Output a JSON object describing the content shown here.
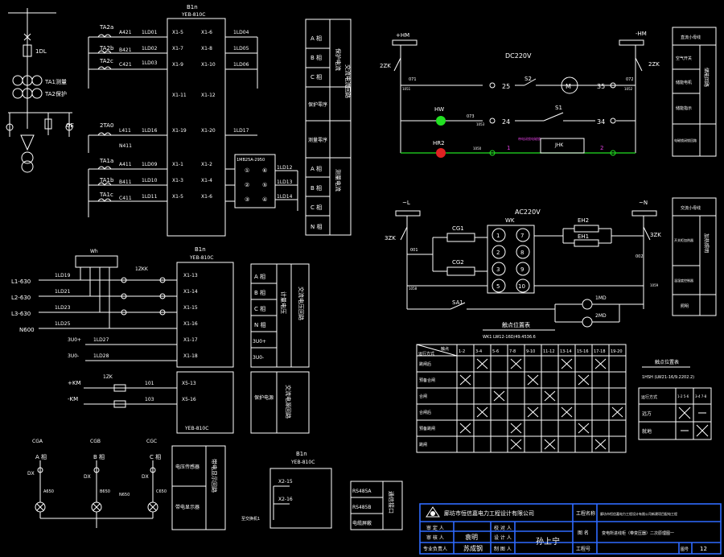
{
  "left_panel": {
    "breaker": "1DL",
    "ct_measure": "TA1测量",
    "ct_protect": "TA2保护",
    "earth": "QE"
  },
  "ct_section": {
    "top_ct": [
      "TA2a",
      "TA2b",
      "TA2c"
    ],
    "top_terms": [
      "A421",
      "B421",
      "C421"
    ],
    "top_wires": [
      "1LD01",
      "1LD02",
      "1LD03"
    ],
    "device_name": "B1n",
    "device_model": "YEB-810C",
    "top_x_left": [
      "X1-5",
      "X1-7",
      "X1-9"
    ],
    "top_x_right": [
      "X1-6",
      "X1-8",
      "X1-10"
    ],
    "top_out": [
      "1LD04",
      "1LD05",
      "1LD06"
    ],
    "spare_x": [
      "X1-11",
      "X1-12"
    ],
    "zero_ct": "2TA0",
    "zero_terms": [
      "L411",
      "N411"
    ],
    "zero_wire": "1LD16",
    "zero_x": [
      "X1-19",
      "X1-20"
    ],
    "zero_out": "1LD17",
    "aux_ct": "1MB25A-2950",
    "bottom_ct": [
      "TA1a",
      "TA1b",
      "TA1c"
    ],
    "bottom_terms": [
      "A411",
      "B411",
      "C411"
    ],
    "bottom_wires": [
      "1LD09",
      "1LD10",
      "1LD11"
    ],
    "bottom_x_left": [
      "X1-1",
      "X1-3",
      "X1-5"
    ],
    "bottom_x_right": [
      "X1-2",
      "X1-4",
      "X1-6"
    ],
    "bottom_out": [
      "1LD12",
      "1LD13",
      "1LD14"
    ],
    "aux_nums": [
      "①",
      "②",
      "③",
      "⑥",
      "⑤",
      "④"
    ],
    "table_rows": [
      "A 相",
      "B 相",
      "C 相",
      "保护零序",
      "测量零序",
      "A 相",
      "B 相",
      "C 相",
      "N 相"
    ],
    "table_label_1": "保护电流",
    "table_label_2": "测量电流",
    "table_title": "交流电流回路"
  },
  "voltage_section": {
    "terminal_id": "Wh",
    "lines": [
      "L1-630",
      "L2-630",
      "L3-630",
      "N600"
    ],
    "wires": [
      "1LD19",
      "1LD21",
      "1LD23",
      "1LD25"
    ],
    "switch": "1ZKK",
    "device_name": "B1n",
    "device_model": "YEB-810C",
    "x_terms": [
      "X1-13",
      "X1-14",
      "X1-15",
      "X1-16",
      "X1-17",
      "X1-18"
    ],
    "extra": [
      "3U0+",
      "3U0-"
    ],
    "extra_wires": [
      "1LD27",
      "1LD28"
    ],
    "rows": [
      "A 相",
      "B 相",
      "C 相",
      "N 相",
      "3U0+",
      "3U0-"
    ],
    "row_label": "计量电压",
    "title": "交流电压回路"
  },
  "dc_section": {
    "plus": "+KM",
    "minus": "-KM",
    "fuse": "1ZK",
    "wires": [
      "101",
      "103"
    ],
    "x_terms": [
      "X5-13",
      "X5-16"
    ],
    "model": "YEB-810C",
    "label": "保护电源",
    "title": "交流电源回路"
  },
  "bottom_left": {
    "lamps": [
      "CGA",
      "CGB",
      "CGC"
    ],
    "phases": [
      "A 相",
      "B 相",
      "C 相"
    ],
    "dx": [
      "DX",
      "DX",
      "DX"
    ],
    "wires": [
      "A650",
      "B650",
      "C650"
    ],
    "n": "N650",
    "box1": "电压传感器",
    "box2": "带电显示器",
    "box_title": "带电显示回路"
  },
  "comm": {
    "device_name": "B1n",
    "device_model": "YEB-810C",
    "x_terms": [
      "X2-15",
      "X2-16"
    ],
    "cable": "至交换机1",
    "rows": [
      "RS485A",
      "RS485B",
      "电缆屏蔽"
    ],
    "title": "通信接口"
  },
  "dc_control": {
    "plus": "+HM",
    "minus": "-HM",
    "voltage": "DC220V",
    "breaker_l": "2ZK",
    "breaker_r": "2ZK",
    "nodes": [
      "071",
      "072",
      "1051",
      "1052",
      "073",
      "1053",
      "1050"
    ],
    "terms": [
      "25",
      "35",
      "24",
      "34"
    ],
    "s2": "S2",
    "s1": "S1",
    "motor": "M",
    "hw": "HW",
    "hr": "HR2",
    "relay": "JHK",
    "relay_note": "带电闭锁电磁锁",
    "n1": "1",
    "n2": "2"
  },
  "ac_control": {
    "l": "~L",
    "n": "~N",
    "voltage": "AC220V",
    "breaker_l": "3ZK",
    "breaker_r": "3ZK",
    "nodes": [
      "001",
      "002",
      "1059",
      "1058"
    ],
    "wk": "WK",
    "cg": [
      "CG1",
      "CG2"
    ],
    "eh": [
      "EH2",
      "EH1"
    ],
    "nums": [
      "1",
      "7",
      "2",
      "8",
      "3",
      "9",
      "5",
      "10"
    ],
    "sa": "SA1",
    "lamps": [
      "1MD",
      "2MD"
    ]
  },
  "right_table_1": {
    "title": "直流小母线",
    "rows": [
      "空气开关",
      "储能电机",
      "储能指示",
      "电磁锁闭锁回路"
    ],
    "col": "储能回路"
  },
  "right_table_2": {
    "title": "交流小母线",
    "rows": [
      "开关柜加热器",
      "温湿度控制器",
      "照明"
    ],
    "col": "加热照明"
  },
  "switch_table": {
    "title": "触点位置表",
    "subtitle": "WK1 LW12-16D/49.4536.6",
    "header": [
      "触点",
      "1-2",
      "3-4",
      "5-6",
      "7-8",
      "9-10",
      "11-12",
      "13-14",
      "15-16",
      "17-18",
      "19-20"
    ],
    "first_col": "运行方式",
    "rows": [
      "跳闸后",
      "预备合闸",
      "合闸",
      "合闸后",
      "预备跳闸",
      "跳闸"
    ],
    "marks": [
      [
        0,
        1,
        0,
        1,
        0,
        0,
        1,
        0,
        1,
        0
      ],
      [
        1,
        0,
        0,
        0,
        1,
        0,
        0,
        1,
        0,
        0
      ],
      [
        0,
        0,
        1,
        0,
        0,
        1,
        0,
        0,
        0,
        0
      ],
      [
        0,
        1,
        0,
        0,
        1,
        0,
        1,
        0,
        0,
        1
      ],
      [
        1,
        0,
        0,
        1,
        0,
        0,
        0,
        1,
        0,
        0
      ],
      [
        0,
        0,
        0,
        1,
        0,
        1,
        0,
        0,
        1,
        0
      ]
    ]
  },
  "small_table": {
    "title": "触点位置表",
    "subtitle": "1HSH (LW21-16/9.2202.2)",
    "header": [
      "运行方式",
      "1-2 5-6",
      "3-4 7-8"
    ],
    "rows": [
      "远方",
      "就地"
    ],
    "marks": [
      [
        1,
        0
      ],
      [
        0,
        1
      ]
    ]
  },
  "title_block": {
    "company": "廊坊市恒信嘉电力工程设计有限公司",
    "project_label": "工程名称",
    "project": "廊坊市恒信嘉电力工程设计有限公司新建项目配电工程",
    "reviewed": "审 定 人",
    "audited": "审 核 人",
    "leader": "专业负责人",
    "checker": "校 对 人",
    "designer": "设 计 人",
    "drawer": "制 图 人",
    "sig1": "袁明",
    "sig2": "苏成钢",
    "sig3": "孙上宁",
    "drawing_label": "图 名",
    "drawing": "变电所进线柜（带变压器）二次原理图一",
    "number_label": "工程号",
    "sheet_label": "图号",
    "sheet": "12",
    "border_color": "#2f6bff"
  }
}
